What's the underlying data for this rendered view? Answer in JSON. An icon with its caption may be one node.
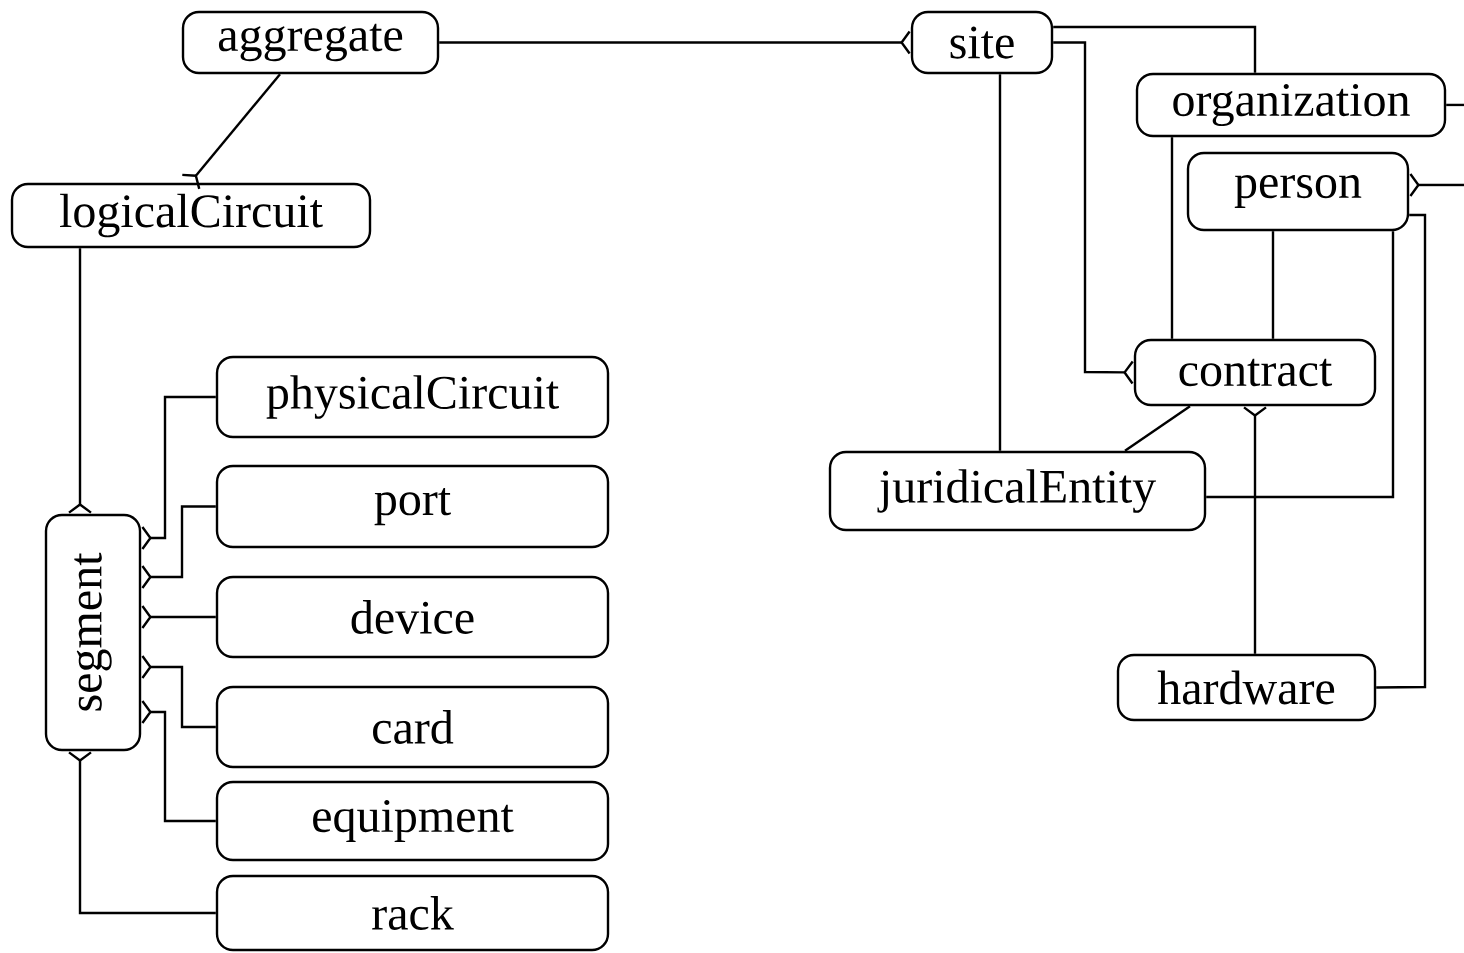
{
  "diagram": {
    "nodes": [
      {
        "text": [
          "aggregate"
        ]
      },
      {
        "text": [
          "site"
        ]
      },
      {
        "text": [
          "organization"
        ]
      },
      {
        "text": [
          "person"
        ]
      },
      {
        "text": [
          "logicalCircuit"
        ]
      },
      {
        "text": [
          "contract"
        ]
      },
      {
        "text": [
          "juridicalEntity"
        ]
      },
      {
        "text": [
          "physicalCircuit"
        ]
      },
      {
        "text": [
          "port"
        ]
      },
      {
        "text": [
          "segment"
        ]
      },
      {
        "text": [
          "device"
        ]
      },
      {
        "text": [
          "card"
        ]
      },
      {
        "text": [
          "equipment"
        ]
      },
      {
        "text": [
          "hardware"
        ]
      },
      {
        "text": [
          "rack"
        ]
      }
    ],
    "edges": [
      {
        "from": 0,
        "to": 1,
        "arrow": "other"
      },
      {
        "from": 0,
        "to": 4,
        "arrow": "other"
      },
      {
        "from": 1,
        "to": 2,
        "arrow": "none"
      },
      {
        "from": 1,
        "to": 5,
        "arrow": "other"
      },
      {
        "from": 1,
        "to": 6,
        "arrow": "none"
      },
      {
        "from": 2,
        "to": null,
        "arrow": "none"
      },
      {
        "from": 2,
        "to": 5,
        "arrow": "none"
      },
      {
        "from": null,
        "to": 3,
        "arrow": "other"
      },
      {
        "from": 3,
        "to": 5,
        "arrow": "none"
      },
      {
        "from": 3,
        "to": 6,
        "arrow": "none"
      },
      {
        "from": 3,
        "to": 13,
        "arrow": "none"
      },
      {
        "from": 6,
        "to": 5,
        "arrow": "none"
      },
      {
        "from": 13,
        "to": 5,
        "arrow": "other"
      },
      {
        "from": 4,
        "to": 9,
        "arrow": "other"
      },
      {
        "from": 7,
        "to": 9,
        "arrow": "other"
      },
      {
        "from": 8,
        "to": 9,
        "arrow": "other"
      },
      {
        "from": 10,
        "to": 9,
        "arrow": "other"
      },
      {
        "from": 11,
        "to": 9,
        "arrow": "other"
      },
      {
        "from": 12,
        "to": 9,
        "arrow": "other"
      },
      {
        "from": 14,
        "to": 9,
        "arrow": "other"
      }
    ]
  }
}
